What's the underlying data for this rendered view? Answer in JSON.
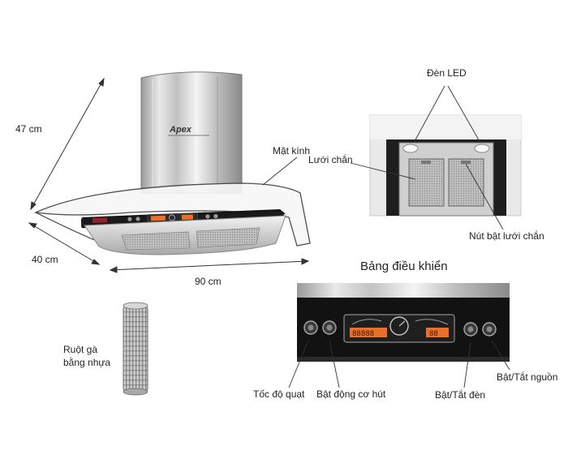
{
  "brand": "Apex",
  "labels": {
    "height": "47 cm",
    "depth": "40 cm",
    "width": "90 cm",
    "glass": "Mặt kính",
    "filter": "Lưới chắn",
    "led": "Đèn LED",
    "filter_release": "Nút bật lưới chắn",
    "control_panel": "Bảng điều khiển",
    "hose_line1": "Ruột gà",
    "hose_line2": "bằng nhựa",
    "fan_speed": "Tốc độ quạt",
    "motor_on": "Bật động cơ hút",
    "light_toggle": "Bật/Tắt đèn",
    "power_toggle": "Bật/Tắt nguồn"
  },
  "display": {
    "left_readout": "88888",
    "right_readout": "88"
  },
  "colors": {
    "steel_light": "#e6e6e6",
    "steel_dark": "#8c8c8c",
    "panel_black": "#111111",
    "display_orange": "#e8702a",
    "glass_edge": "#3c3c3c"
  }
}
